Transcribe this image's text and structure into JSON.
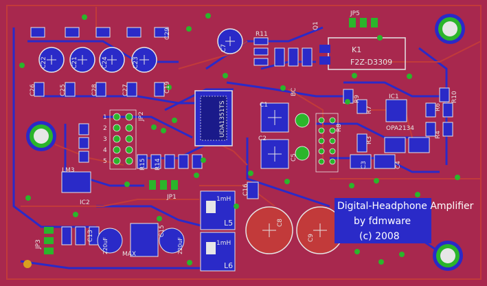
{
  "board": {
    "title_lines": [
      "Digital-Headphone Amplifier",
      "by fdmware",
      "(c) 2008"
    ],
    "colors": {
      "substrate": "#a8284e",
      "copper_top": "#c23a3a",
      "copper_bottom": "#2a2ac8",
      "silkscreen": "#e6e6e6",
      "pad": "#2bb52b",
      "via": "#d8a020",
      "title_box": "#2a2ac8"
    }
  },
  "labels": {
    "jp5": "JP5",
    "r11": "R11",
    "q1": "Q1",
    "k1": "K1",
    "relay": "F2Z-D3309",
    "bc": "BC",
    "c7": "C7",
    "ic1": "IC1",
    "opa": "OPA2134",
    "r10": "R10",
    "r9": "R9",
    "r7": "R7",
    "r8": "R8",
    "r6": "R6",
    "r4": "R4",
    "r3": "R3",
    "c1": "C1",
    "c2": "C2",
    "c3": "C3",
    "c4": "C4",
    "c5": "C5",
    "dac": "UDA1351TS",
    "jp2": "JP2",
    "r15": "R15",
    "r14": "R14",
    "jp1": "JP1",
    "lm": "LM3",
    "ic2": "IC2",
    "jp3": "JP3",
    "c13": "C13",
    "c15": "C15",
    "l5": "L5",
    "l6": "L6",
    "mh1": "1mH",
    "mh2": "1mH",
    "c8": "C8",
    "c9": "C9",
    "c16": "C16",
    "c22": "C22",
    "c21": "C21",
    "c24": "C24",
    "c23": "C23",
    "c26": "C26",
    "c25": "C25",
    "c28": "C28",
    "c27": "C27",
    "c19": "C19",
    "c29": "C29",
    "uf1": "220uF",
    "uf2": "220uF",
    "mosfet": "MAX"
  },
  "header_numbers": [
    "1",
    "2",
    "3",
    "4",
    "5"
  ]
}
